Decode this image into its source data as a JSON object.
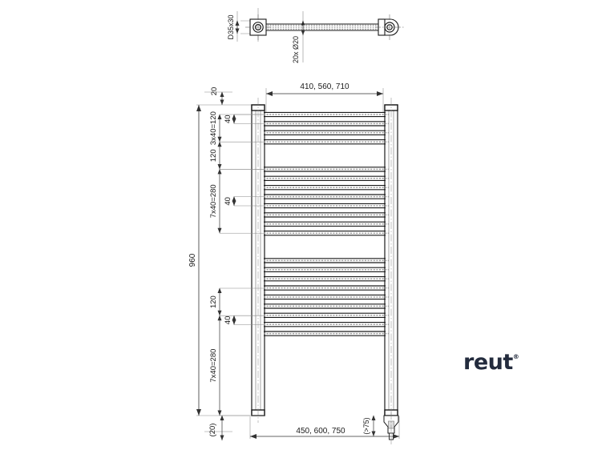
{
  "drawing": {
    "title": "Towel radiator technical dimension drawing",
    "units": "mm",
    "line_color": "#1a1a1a",
    "dim_color": "#555555",
    "hatch_color": "#999999"
  },
  "top_view": {
    "label_left": "D35x30",
    "label_center": "20x Ø20"
  },
  "dimensions": {
    "top_width": "410, 560, 710",
    "bottom_width": "450, 600, 750",
    "total_height": "960",
    "top_offset": "20",
    "bottom_offset": "(20)",
    "valve_clearance": "(>75)",
    "chain": [
      {
        "id": "seg-40-upper",
        "value": "40"
      },
      {
        "id": "seg-3x40",
        "value": "3x40=120"
      },
      {
        "id": "seg-120-upper",
        "value": "120"
      },
      {
        "id": "seg-40-mid",
        "value": "40"
      },
      {
        "id": "seg-7x40-upper",
        "value": "7x40=280"
      },
      {
        "id": "seg-120-lower",
        "value": "120"
      },
      {
        "id": "seg-40-lower",
        "value": "40"
      },
      {
        "id": "seg-7x40-lower",
        "value": "7x40=280"
      }
    ]
  },
  "brand": {
    "name": "reut",
    "mark": "®"
  }
}
